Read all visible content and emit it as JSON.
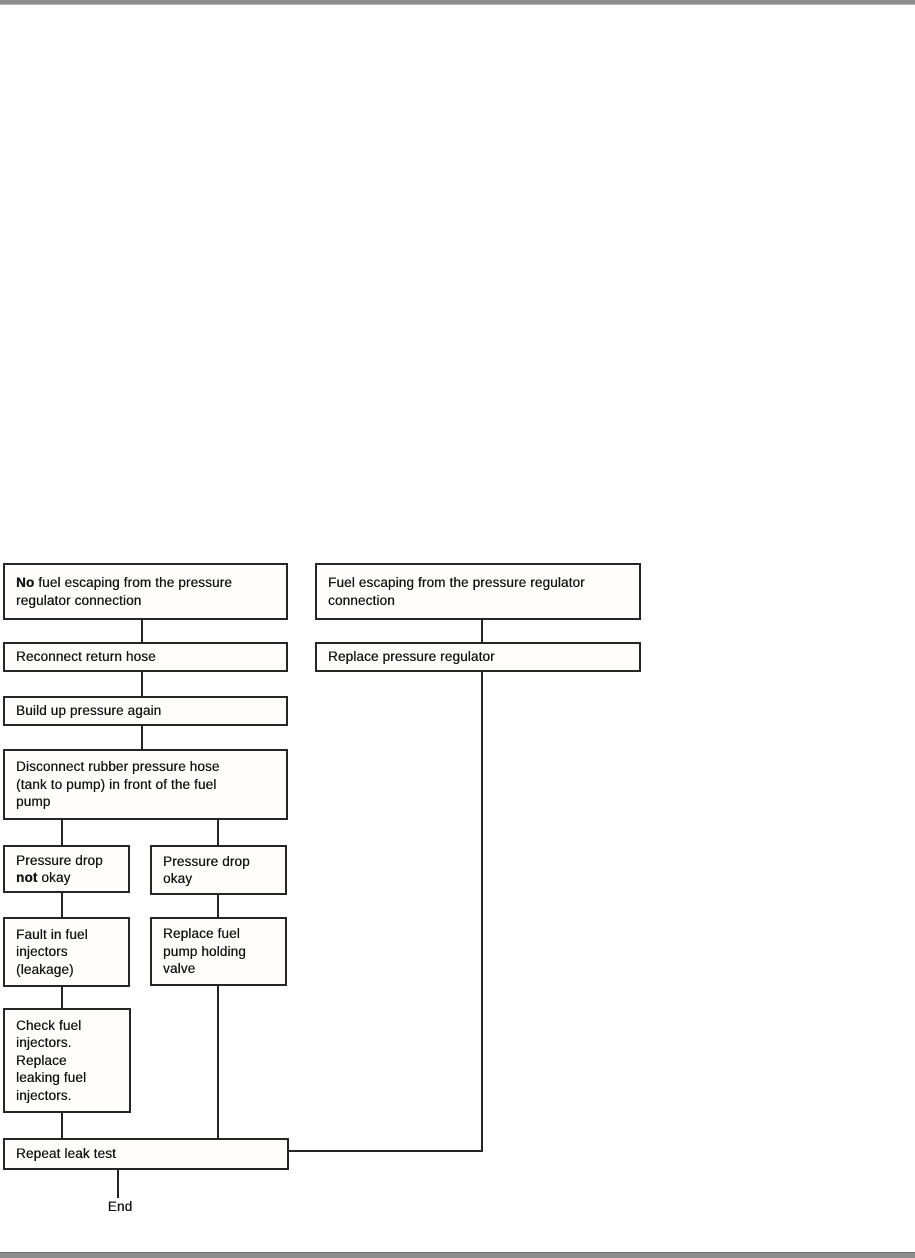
{
  "page": {
    "background": "#ffffff",
    "border_bar_color": "#8d8d8d",
    "line_color": "#262626"
  },
  "flowchart": {
    "nodes": {
      "no_fuel": {
        "bold": "No",
        "rest": " fuel escaping from the pressure\nregulator connection"
      },
      "fuel_escaping": {
        "text": "Fuel escaping from the pressure regulator\nconnection"
      },
      "reconnect": {
        "text": "Reconnect return hose"
      },
      "replace_regulator": {
        "text": "Replace pressure regulator"
      },
      "build_up": {
        "text": "Build up pressure again"
      },
      "disconnect": {
        "text": "Disconnect rubber pressure hose\n(tank to pump) in front of the fuel\npump"
      },
      "pressure_drop_not_okay": {
        "prefix": "Pressure drop\n",
        "bold": "not",
        "suffix": " okay"
      },
      "pressure_drop_okay": {
        "text": "Pressure drop\nokay"
      },
      "fault_injectors": {
        "text": "Fault in fuel\ninjectors\n(leakage)"
      },
      "replace_valve": {
        "text": "Replace fuel\npump holding\nvalve"
      },
      "check_injectors": {
        "text": "Check fuel\ninjectors.\nReplace\nleaking fuel\ninjectors."
      },
      "repeat_leak_test": {
        "text": "Repeat leak test"
      },
      "end_label": {
        "text": "End"
      }
    }
  }
}
